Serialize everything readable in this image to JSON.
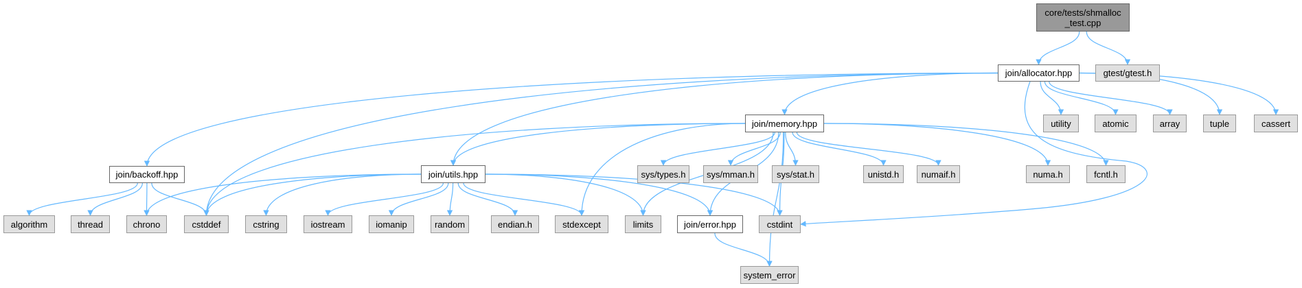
{
  "diagram": {
    "edge_color": "#63b8ff",
    "nodes": [
      {
        "id": "root",
        "label": "core/tests/shmalloc\n_test.cpp",
        "kind": "root"
      },
      {
        "id": "allocator",
        "label": "join/allocator.hpp",
        "kind": "local"
      },
      {
        "id": "gtest",
        "label": "gtest/gtest.h",
        "kind": "ext"
      },
      {
        "id": "utility",
        "label": "utility",
        "kind": "ext"
      },
      {
        "id": "atomic",
        "label": "atomic",
        "kind": "ext"
      },
      {
        "id": "array",
        "label": "array",
        "kind": "ext"
      },
      {
        "id": "tuple",
        "label": "tuple",
        "kind": "ext"
      },
      {
        "id": "cassert",
        "label": "cassert",
        "kind": "ext"
      },
      {
        "id": "memory",
        "label": "join/memory.hpp",
        "kind": "local"
      },
      {
        "id": "backoff",
        "label": "join/backoff.hpp",
        "kind": "local"
      },
      {
        "id": "utils",
        "label": "join/utils.hpp",
        "kind": "local"
      },
      {
        "id": "systypes",
        "label": "sys/types.h",
        "kind": "ext"
      },
      {
        "id": "sysmman",
        "label": "sys/mman.h",
        "kind": "ext"
      },
      {
        "id": "sysstat",
        "label": "sys/stat.h",
        "kind": "ext"
      },
      {
        "id": "unistd",
        "label": "unistd.h",
        "kind": "ext"
      },
      {
        "id": "numaif",
        "label": "numaif.h",
        "kind": "ext"
      },
      {
        "id": "numa",
        "label": "numa.h",
        "kind": "ext"
      },
      {
        "id": "fcntl",
        "label": "fcntl.h",
        "kind": "ext"
      },
      {
        "id": "algorithm",
        "label": "algorithm",
        "kind": "ext"
      },
      {
        "id": "thread",
        "label": "thread",
        "kind": "ext"
      },
      {
        "id": "chrono",
        "label": "chrono",
        "kind": "ext"
      },
      {
        "id": "cstddef",
        "label": "cstddef",
        "kind": "ext"
      },
      {
        "id": "cstring",
        "label": "cstring",
        "kind": "ext"
      },
      {
        "id": "iostream",
        "label": "iostream",
        "kind": "ext"
      },
      {
        "id": "iomanip",
        "label": "iomanip",
        "kind": "ext"
      },
      {
        "id": "random",
        "label": "random",
        "kind": "ext"
      },
      {
        "id": "endian",
        "label": "endian.h",
        "kind": "ext"
      },
      {
        "id": "stdexcept",
        "label": "stdexcept",
        "kind": "ext"
      },
      {
        "id": "limits",
        "label": "limits",
        "kind": "ext"
      },
      {
        "id": "error",
        "label": "join/error.hpp",
        "kind": "local"
      },
      {
        "id": "cstdint",
        "label": "cstdint",
        "kind": "ext"
      },
      {
        "id": "system_error",
        "label": "system_error",
        "kind": "ext"
      }
    ],
    "edges": [
      [
        "root",
        "allocator"
      ],
      [
        "root",
        "gtest"
      ],
      [
        "allocator",
        "utility"
      ],
      [
        "allocator",
        "atomic"
      ],
      [
        "allocator",
        "array"
      ],
      [
        "allocator",
        "tuple"
      ],
      [
        "allocator",
        "cassert"
      ],
      [
        "allocator",
        "memory"
      ],
      [
        "allocator",
        "backoff"
      ],
      [
        "allocator",
        "utils"
      ],
      [
        "allocator",
        "cstddef"
      ],
      [
        "allocator",
        "cstdint"
      ],
      [
        "memory",
        "utils"
      ],
      [
        "memory",
        "systypes"
      ],
      [
        "memory",
        "sysmman"
      ],
      [
        "memory",
        "sysstat"
      ],
      [
        "memory",
        "unistd"
      ],
      [
        "memory",
        "numaif"
      ],
      [
        "memory",
        "numa"
      ],
      [
        "memory",
        "fcntl"
      ],
      [
        "memory",
        "stdexcept"
      ],
      [
        "memory",
        "limits"
      ],
      [
        "memory",
        "error"
      ],
      [
        "memory",
        "cstdint"
      ],
      [
        "memory",
        "system_error"
      ],
      [
        "memory",
        "cstddef"
      ],
      [
        "backoff",
        "algorithm"
      ],
      [
        "backoff",
        "thread"
      ],
      [
        "backoff",
        "chrono"
      ],
      [
        "backoff",
        "cstddef"
      ],
      [
        "utils",
        "chrono"
      ],
      [
        "utils",
        "cstddef"
      ],
      [
        "utils",
        "cstring"
      ],
      [
        "utils",
        "iostream"
      ],
      [
        "utils",
        "iomanip"
      ],
      [
        "utils",
        "random"
      ],
      [
        "utils",
        "endian"
      ],
      [
        "utils",
        "stdexcept"
      ],
      [
        "utils",
        "limits"
      ],
      [
        "utils",
        "error"
      ],
      [
        "utils",
        "cstdint"
      ],
      [
        "error",
        "system_error"
      ]
    ]
  }
}
